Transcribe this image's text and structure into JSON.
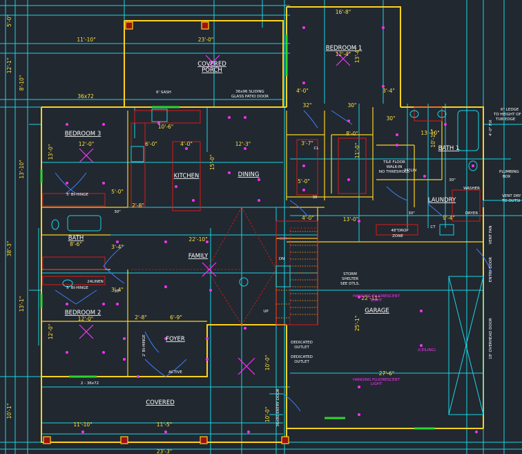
{
  "rooms": {
    "bedroom1": "BEDROOM 1",
    "covered_porch_1": "COVERED",
    "covered_porch_2": "PORCH",
    "bedroom3": "BEDROOM 3",
    "kitchen": "KITCHEN",
    "dining": "DINING",
    "bath": "BATH",
    "family": "FAMILY",
    "bedroom2": "BEDROOM 2",
    "foyer": "FOYER",
    "covered": "COVERED",
    "garage": "GARAGE",
    "bath1": "BATH 1",
    "laundry": "LAUNDRY"
  },
  "dims": {
    "d01": "16'-8\"",
    "d02": "12'-4\"",
    "d03": "11'-10\"",
    "d04": "23'-0\"",
    "d05": "36x72",
    "d06": "12'-0\"",
    "d07": "10'-6\"",
    "d08": "6'-0\"",
    "d09": "4'-0\"",
    "d10": "12'-3\"",
    "d11": "22'-10\"",
    "d12": "8'-6\"",
    "d13": "12'-0\"",
    "d14": "2'-8\"",
    "d15": "6'-9\"",
    "d16": "11'-10\"",
    "d17": "11'-5\"",
    "d18": "23'-3\"",
    "d19": "22'-11\"",
    "d20": "27'-6\"",
    "d21": "4'-0\"",
    "d22": "3'-4\"",
    "d23": "13'-10\"",
    "d24": "3'-7\"",
    "d25": "8'-0\"",
    "d26": "4'-0\"",
    "d27": "13'-0\"",
    "d28": "9'-4\"",
    "d29": "2'-8\"",
    "d30": "3'-4\"",
    "d31": "3'-4\"",
    "d32": "5'-0\"",
    "d33": "32\"",
    "d34": "30\"",
    "d35": "30\"",
    "d36": "5'-0\""
  },
  "vdims": {
    "v1": "5'-0\"",
    "v2": "12'-1\"",
    "v3": "8'-10\"",
    "v4": "13'-10\"",
    "v5": "38'-3\"",
    "v6": "13'-1\"",
    "v7": "10'-1\"",
    "v8": "13'-0\"",
    "v9": "12'-0\"",
    "v10": "15'-0\"",
    "v11": "10'-0\"",
    "v12": "25'-1\"",
    "v13": "11'-0\"",
    "v14": "10'-11\"",
    "v15": "10'-0\"",
    "v16": "13'-4\""
  },
  "notes": {
    "sash": "6' SASH",
    "patio1": "36x96 SLIDING",
    "patio2": "GLASS PATIO DOOR",
    "hinge_a": "5' BI-HINGE",
    "hinge_b": "5' BI-HINGE",
    "linen": "24LINEN",
    "tile1": "TILE FLOOR",
    "tile2": "WALK-IN",
    "tile3": "NO THRESHOLD",
    "lin": "36\"LIN",
    "ledge1": "6\" LEDGE",
    "ledge2": "TO HEIGHT OF",
    "ledge3": "TUB EDGE",
    "plumb1": "PLUMBING",
    "plumb2": "BOX",
    "vent1": "VENT DRY",
    "vent2": "TO OUTSI",
    "washer": "WASHER",
    "dryer": "DRYER",
    "drop1": "48\"DROP",
    "drop2": "ZONE",
    "storm1": "STORM",
    "storm2": "SHELTER",
    "storm3": "SEE DTLS.",
    "ded1": "DEDICATED",
    "out1": "OUTLET",
    "ded2": "DEDICATED",
    "out2": "OUTLET",
    "active": "ACTIVE",
    "up": "UP",
    "down": "DN",
    "win2": "2 - 36x72",
    "ct": "CT",
    "cl": "CL",
    "n30a": "30",
    "n30b": "30\"",
    "n30c": "30\"",
    "n30d": "30\"",
    "n30e": "30\"",
    "fluor1": "HANGING FLUORESCENT",
    "fluor1b": "LIGHT",
    "fluor2": "HANGING FLUORESCENT",
    "fluor2b": "LIGHT",
    "ceiling": "(CEILING)",
    "bsr": "BSR",
    "vfan": "VENT FAN",
    "overhead": "18' OVERHEAD DOOR",
    "entry": "ENTRY DOOR",
    "entry2": "36x80 ENTRY DOOR",
    "bihinge": "2' BI-HINGE",
    "fix": "4'-0\" FIX"
  },
  "colors": {
    "background": "#212830",
    "dimension_lines": "#19d6e6",
    "walls": "#ffd21f",
    "fixtures": "#ff30ff",
    "windows": "#2fd62f",
    "cabinets": "#e01818",
    "doors": "#3f7fff"
  }
}
